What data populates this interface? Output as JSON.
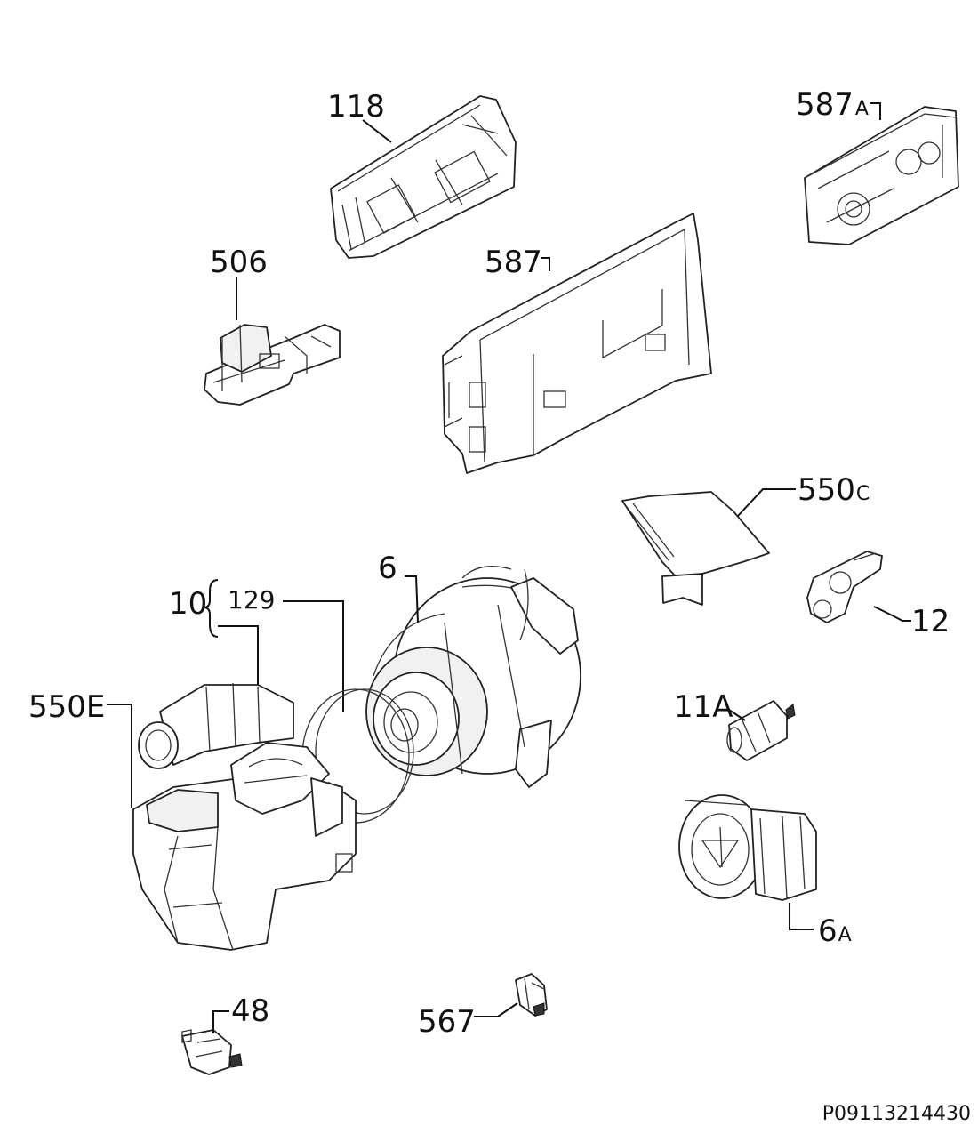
{
  "labels": {
    "p118": "118",
    "p587A_num": "587",
    "p587A_suf": "A",
    "p506": "506",
    "p587": "587",
    "p550C_num": "550",
    "p550C_suf": "C",
    "p6": "6",
    "p10": "10",
    "p129": "129",
    "p12": "12",
    "p550E": "550E",
    "p11A": "11A",
    "p6A_num": "6",
    "p6A_suf": "A",
    "p48": "48",
    "p567": "567"
  },
  "drawing_code": "P09113214430"
}
